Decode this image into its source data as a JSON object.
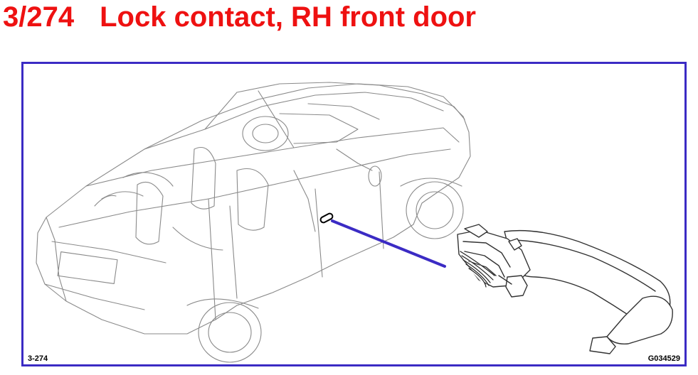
{
  "header": {
    "number": "3/274",
    "title": "Lock contact, RH front door"
  },
  "figure": {
    "code_left": "3-274",
    "code_right": "G034529"
  },
  "colors": {
    "title": "#ee1111",
    "frame": "#3b2bc4",
    "pointer": "#3b2bc4",
    "line_art": "#8a8a8a",
    "detail_art": "#333333"
  },
  "icons": {
    "car": "car-outline-drawing",
    "handle": "door-handle-drawing"
  }
}
